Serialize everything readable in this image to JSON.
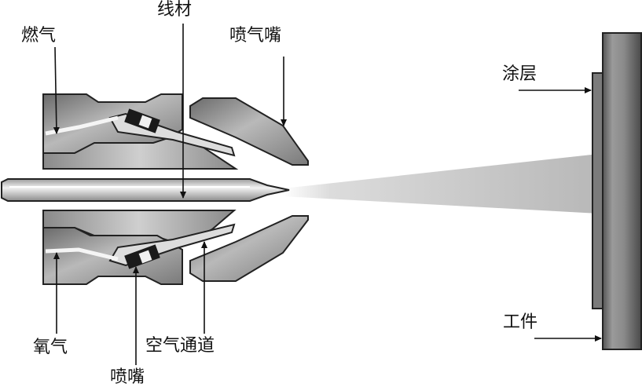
{
  "labels": {
    "wire": "线材",
    "fuel_gas": "燃气",
    "air_cap": "喷气嘴",
    "coating": "涂层",
    "oxygen": "氧气",
    "nozzle": "喷嘴",
    "air_passage": "空气通道",
    "workpiece": "工件"
  }
}
